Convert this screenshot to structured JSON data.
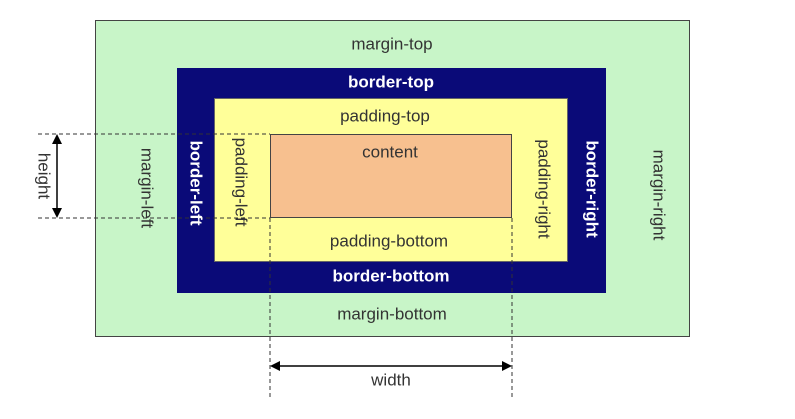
{
  "labels": {
    "margin_top": "margin-top",
    "margin_bottom": "margin-bottom",
    "margin_left": "margin-left",
    "margin_right": "margin-right",
    "border_top": "border-top",
    "border_bottom": "border-bottom",
    "border_left": "border-left",
    "border_right": "border-right",
    "padding_top": "padding-top",
    "padding_bottom": "padding-bottom",
    "padding_left": "padding-left",
    "padding_right": "padding-right",
    "content": "content",
    "height": "height",
    "width": "width"
  },
  "colors": {
    "margin": "#c8f5c8",
    "border": "#0a0a78",
    "padding": "#ffff99",
    "content": "#f7c08f"
  }
}
